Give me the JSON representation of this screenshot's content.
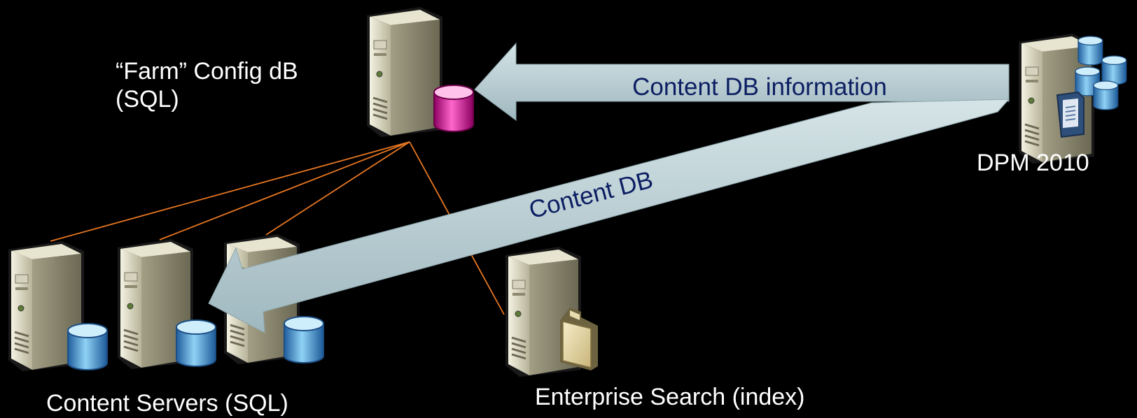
{
  "labels": {
    "farm_config_line1": "“Farm” Config dB",
    "farm_config_line2": "(SQL)",
    "dpm": "DPM 2010",
    "content_servers": "Content Servers  (SQL)",
    "enterprise_search": "Enterprise Search (index)"
  },
  "arrows": {
    "info": "Content DB information",
    "content": "Content DB"
  },
  "colors": {
    "background": "#000000",
    "link_line": "#e87722",
    "arrow_fill": "#b9cdd2",
    "arrow_text": "#0c1e62",
    "db_magenta": "#cc0a8c",
    "db_blue": "#2f7fc3"
  },
  "icons": [
    "server-icon",
    "database-icon",
    "folder-icon",
    "document-icon"
  ]
}
